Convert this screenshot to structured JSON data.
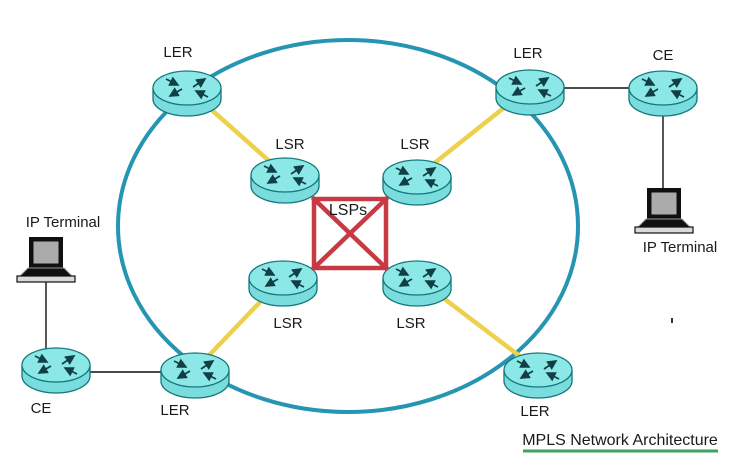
{
  "title": {
    "text": "MPLS Network Architecture"
  },
  "lsp_box": {
    "label": "LSPs"
  },
  "nodes": {
    "ler_top_left": {
      "label": "LER"
    },
    "ler_top_right": {
      "label": "LER"
    },
    "ce_top_right": {
      "label": "CE"
    },
    "lsr_top_left": {
      "label": "LSR"
    },
    "lsr_top_right": {
      "label": "LSR"
    },
    "lsr_bottom_left": {
      "label": "LSR"
    },
    "lsr_bottom_right": {
      "label": "LSR"
    },
    "ler_bottom_left": {
      "label": "LER"
    },
    "ler_bottom_right": {
      "label": "LER"
    },
    "ce_bottom_left": {
      "label": "CE"
    }
  },
  "terminals": {
    "left": {
      "label": "IP Terminal"
    },
    "right": {
      "label": "IP Terminal"
    }
  },
  "colors": {
    "ring": "#2695b2",
    "yellow_link": "#edd04b",
    "black_link": "#111111",
    "lsp_red": "#c83a43",
    "router_fill": "#8be8e6",
    "router_side": "#7adcdc",
    "router_stroke": "#12777c",
    "title_underline": "#3ea35c",
    "text": "#1a1a1a"
  }
}
